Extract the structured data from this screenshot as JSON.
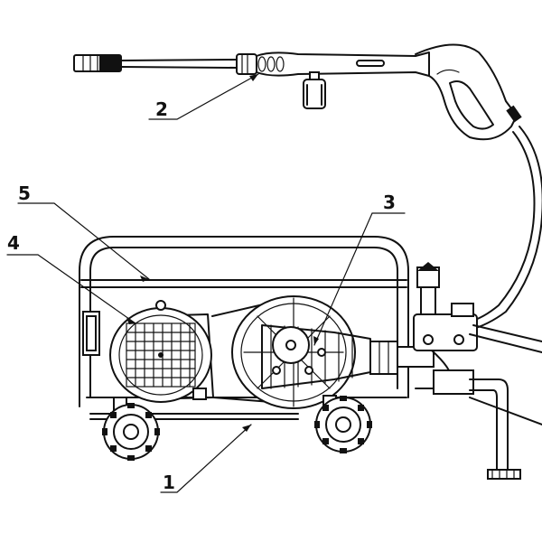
{
  "callouts": [
    {
      "id": "1",
      "text": "1"
    },
    {
      "id": "2",
      "text": "2"
    },
    {
      "id": "3",
      "text": "3"
    },
    {
      "id": "4",
      "text": "4"
    },
    {
      "id": "5",
      "text": "5"
    }
  ],
  "colors": {
    "line": "#111111",
    "background": "#ffffff"
  }
}
